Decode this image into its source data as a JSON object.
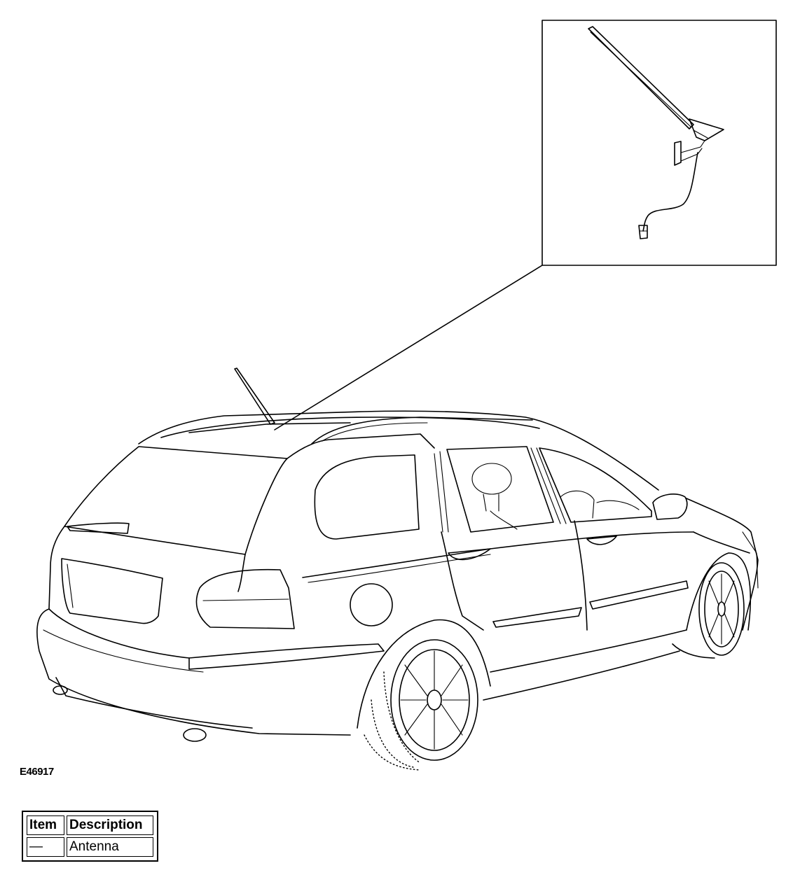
{
  "figure_id": "E46917",
  "legend": {
    "headers": {
      "item": "Item",
      "description": "Description"
    },
    "rows": [
      {
        "item": "—",
        "description": "Antenna"
      }
    ]
  }
}
